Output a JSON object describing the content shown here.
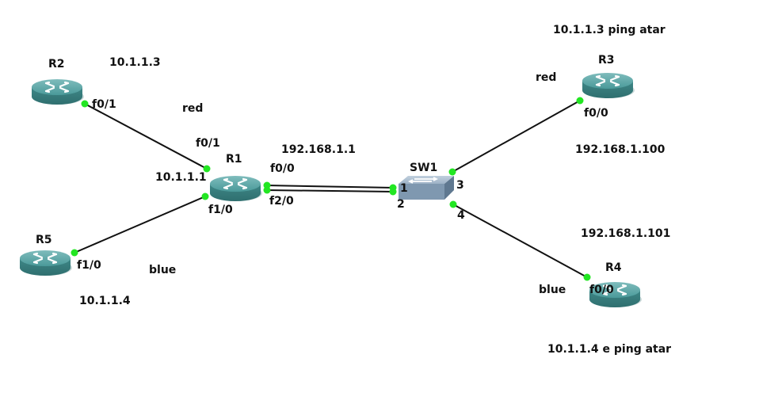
{
  "devices": {
    "R1": {
      "name": "R1",
      "type": "router"
    },
    "R2": {
      "name": "R2",
      "type": "router"
    },
    "R3": {
      "name": "R3",
      "type": "router"
    },
    "R4": {
      "name": "R4",
      "type": "router"
    },
    "R5": {
      "name": "R5",
      "type": "router"
    },
    "SW1": {
      "name": "SW1",
      "type": "switch"
    }
  },
  "links": [
    {
      "from": "R2",
      "from_port": "f0/1",
      "to": "R1",
      "to_port": "f0/1"
    },
    {
      "from": "R5",
      "from_port": "f1/0",
      "to": "R1",
      "to_port": "f1/0"
    },
    {
      "from": "R1",
      "from_port": "f0/0",
      "to": "SW1",
      "to_port": "1"
    },
    {
      "from": "R1",
      "from_port": "f2/0",
      "to": "SW1",
      "to_port": "2"
    },
    {
      "from": "SW1",
      "from_port": "3",
      "to": "R3",
      "to_port": "f0/0"
    },
    {
      "from": "SW1",
      "from_port": "4",
      "to": "R4",
      "to_port": "f0/0"
    }
  ],
  "ports": {
    "r2_f01": "f0/1",
    "r1_f01": "f0/1",
    "r1_f10": "f1/0",
    "r5_f10": "f1/0",
    "r1_f00": "f0/0",
    "r1_f20": "f2/0",
    "sw_1": "1",
    "sw_2": "2",
    "sw_3": "3",
    "sw_4": "4",
    "r3_f00": "f0/0",
    "r4_f00": "f0/0"
  },
  "annotations": {
    "r2_ip": "10.1.1.3",
    "r1_ip": "10.1.1.1",
    "r5_ip": "10.1.1.4",
    "r1_sw_ip": "192.168.1.1",
    "r3_ip": "192.168.1.100",
    "r4_ip": "192.168.1.101",
    "red_left": "red",
    "blue_left": "blue",
    "red_right": "red",
    "blue_right": "blue",
    "r3_note": "10.1.1.3 ping atar",
    "r4_note": "10.1.1.4 e ping atar"
  },
  "colors": {
    "port_dot": "#22e622",
    "router_body": "#3f8a8a",
    "switch_body": "#8aa4bc",
    "link": "#111111"
  }
}
